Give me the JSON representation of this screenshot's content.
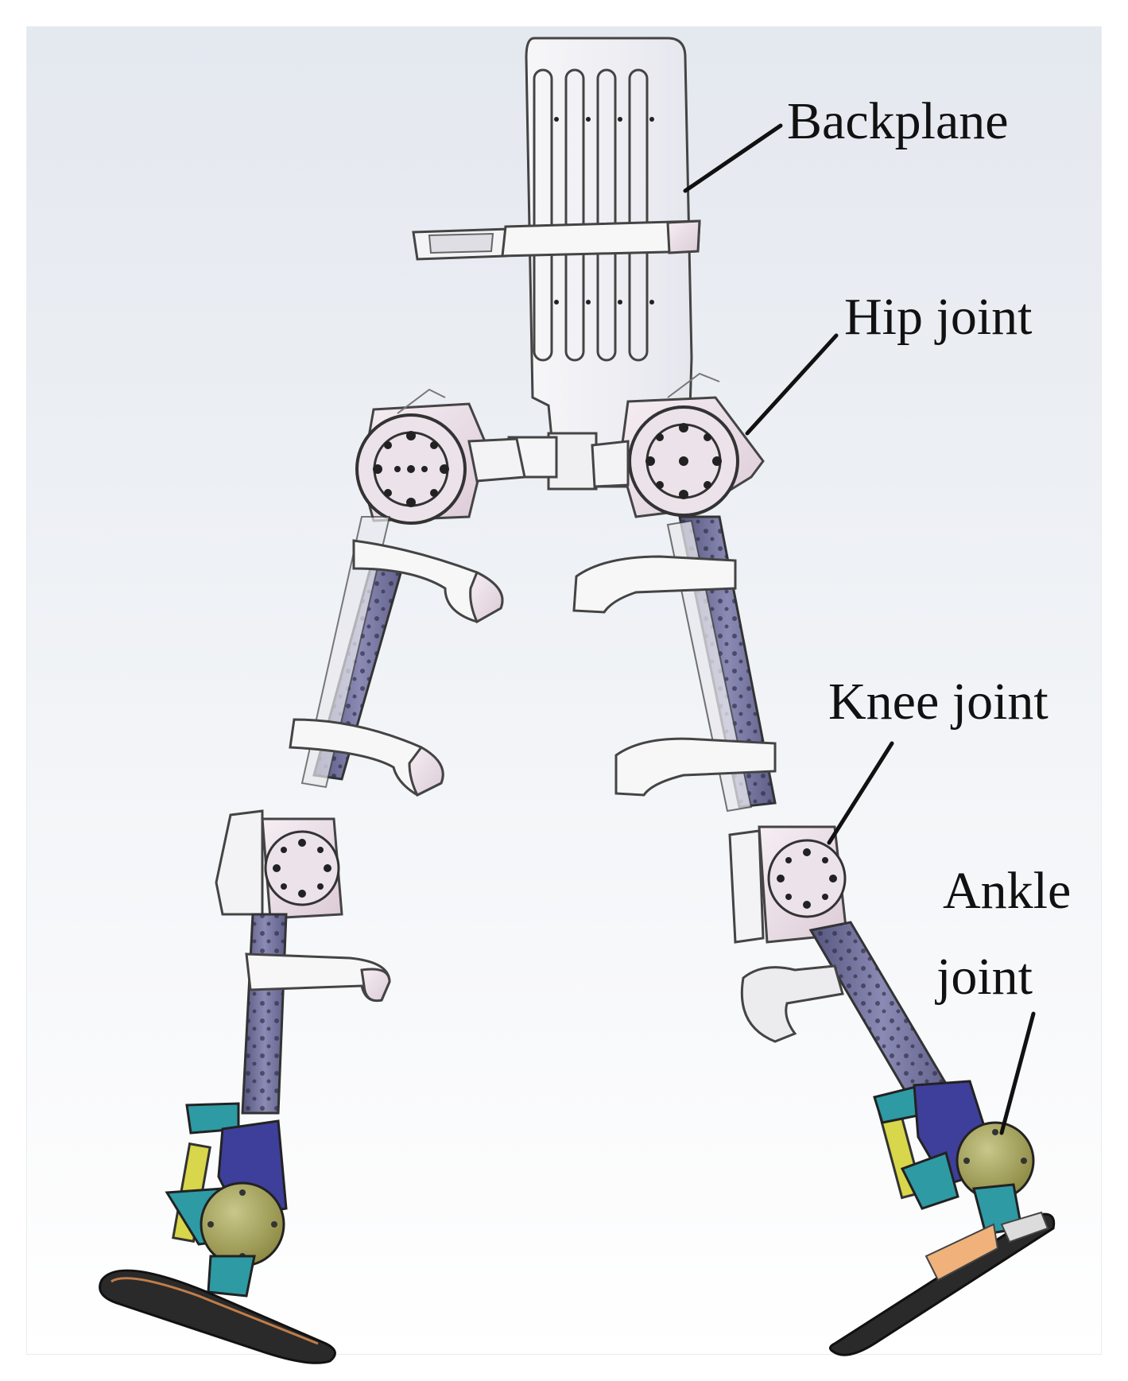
{
  "labels": {
    "backplane": "Backplane",
    "hip_joint": "Hip joint",
    "knee_joint": "Knee joint",
    "ankle_joint_line1": "Ankle",
    "ankle_joint_line2": "joint"
  },
  "colors": {
    "background_top": "#e4e8ef",
    "background_bottom": "#ffffff",
    "frame_white": "#f3f3f6",
    "joint_pink": "#eadbe5",
    "link_purple": "#6f6f9a",
    "ankle_teal": "#2e9aa4",
    "ankle_blue": "#3e3f9a",
    "ankle_motor_olive": "#9c9b55",
    "foot_sole": "#2a2a2a",
    "foot_orange": "#f0b27a",
    "line": "#111111"
  }
}
